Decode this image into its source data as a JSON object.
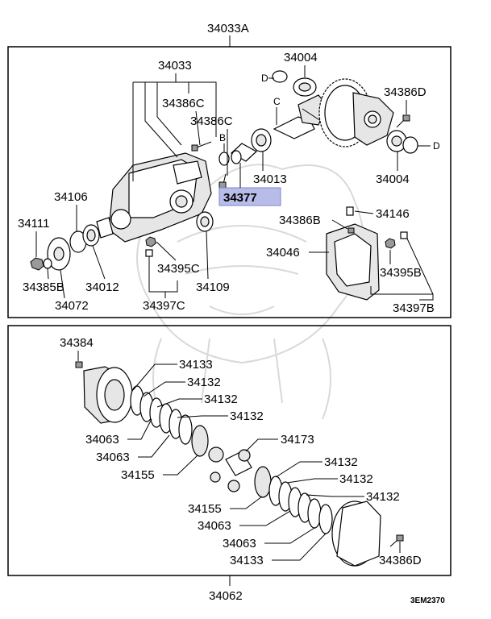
{
  "assembly_label": "34033A",
  "upper_panel": {
    "labels": {
      "p34033": "34033",
      "p34386C_a": "34386C",
      "p34386C_b": "34386C",
      "p34004_top": "34004",
      "d_top": "D",
      "c_mark": "C",
      "p34386D_top": "34386D",
      "d_right": "D",
      "b_mark": "B",
      "p34013": "34013",
      "p34004_right": "34004",
      "p34377": "34377",
      "p34106": "34106",
      "p34111": "34111",
      "p34385B": "34385B",
      "p34072": "34072",
      "p34012": "34012",
      "p34395C": "34395C",
      "p34109": "34109",
      "p34397C": "34397C",
      "p34386B": "34386B",
      "p34146": "34146",
      "p34046": "34046",
      "p34395B": "34395B",
      "p34397B": "34397B"
    },
    "highlight_color": "#b8bce8"
  },
  "lower_panel": {
    "labels": {
      "p34384": "34384",
      "p34133_top": "34133",
      "p34132_1": "34132",
      "p34132_2": "34132",
      "p34132_3": "34132",
      "p34063_1": "34063",
      "p34063_2": "34063",
      "p34173": "34173",
      "p34155_1": "34155",
      "p34132_4": "34132",
      "p34132_5": "34132",
      "p34155_2": "34155",
      "p34132_6": "34132",
      "p34063_3": "34063",
      "p34063_4": "34063",
      "p34133_bottom": "34133",
      "p34386D_bottom": "34386D"
    }
  },
  "bottom_label": "34062",
  "diagram_code": "3EM2370"
}
